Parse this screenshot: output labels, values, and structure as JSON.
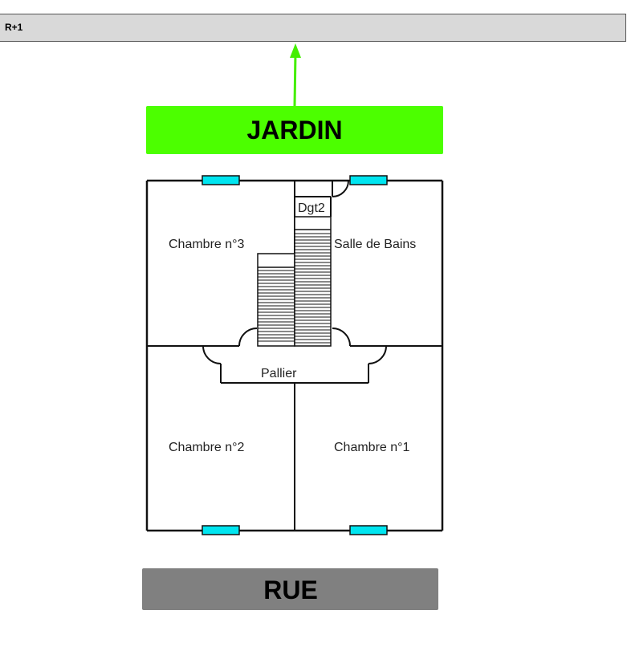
{
  "floor": {
    "label": "R+1"
  },
  "orientation": {
    "garden_label": "JARDIN",
    "street_label": "RUE"
  },
  "rooms": {
    "bedroom_3": "Chambre n°3",
    "bathroom": "Salle de Bains",
    "hallway_2": "Dgt2",
    "landing": "Pallier",
    "bedroom_2": "Chambre n°2",
    "bedroom_1": "Chambre n°1"
  },
  "colors": {
    "garden": "#4cff00",
    "street": "#808080",
    "window": "#00e5f0",
    "arrow": "#44ee00",
    "header": "#d9d9d9",
    "wall": "#111111"
  }
}
